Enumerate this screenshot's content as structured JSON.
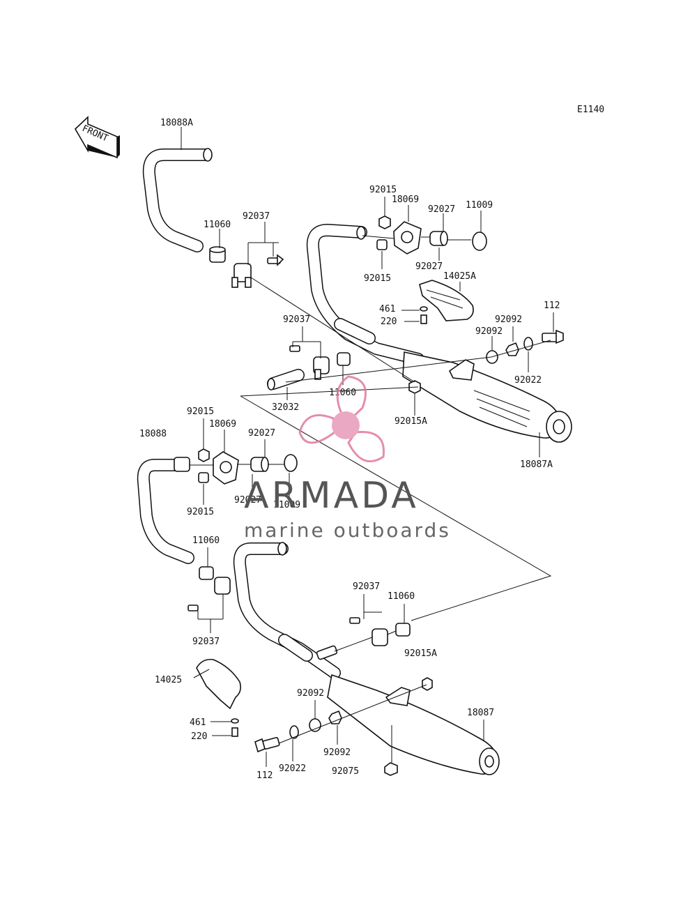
{
  "diagram": {
    "code": "E1140",
    "front_label": "FRONT",
    "parts": {
      "p18088A": "18088A",
      "p11060_a": "11060",
      "p92037_a": "92037",
      "p92015_a": "92015",
      "p18069_a": "18069",
      "p92027_a": "92027",
      "p11009_a": "11009",
      "p92027_b": "92027",
      "p92015_b": "92015",
      "p14025A": "14025A",
      "p461_a": "461",
      "p220_a": "220",
      "p112_a": "112",
      "p92092_a": "92092",
      "p92092_b": "92092",
      "p92022_a": "92022",
      "p92037_b": "92037",
      "p11060_b": "11060",
      "p32032": "32032",
      "p92015A_a": "92015A",
      "p18087A": "18087A",
      "p92015_c": "92015",
      "p18069_b": "18069",
      "p92027_c": "92027",
      "p18088": "18088",
      "p92027_d": "92027",
      "p11009_b": "11009",
      "p92015_d": "92015",
      "p11060_c": "11060",
      "p92037_c": "92037",
      "p92037_d": "92037",
      "p11060_d": "11060",
      "p92015A_b": "92015A",
      "p14025": "14025",
      "p461_b": "461",
      "p220_b": "220",
      "p92092_c": "92092",
      "p18087": "18087",
      "p92092_d": "92092",
      "p112_b": "112",
      "p92022_b": "92022",
      "p92075": "92075"
    }
  },
  "watermark": {
    "brand": "ARMADA",
    "tagline": "marine outboards",
    "colors": {
      "logo": "#e07aa0",
      "text": "#555555"
    }
  }
}
